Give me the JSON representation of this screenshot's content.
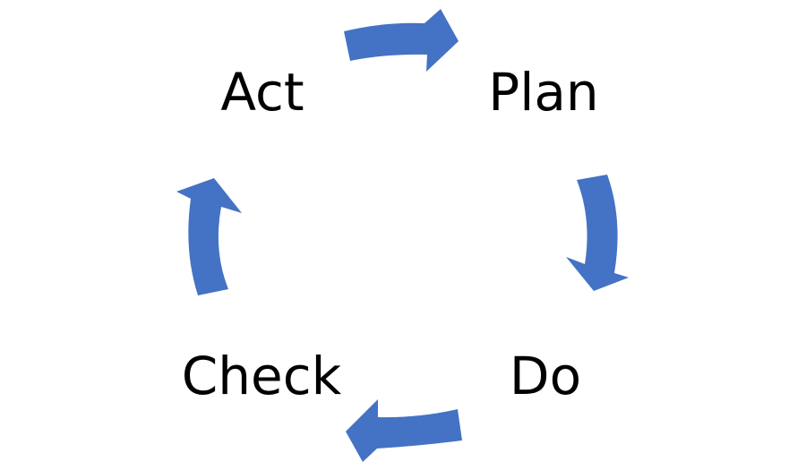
{
  "diagram": {
    "stages": [
      {
        "id": "plan",
        "label": "Plan"
      },
      {
        "id": "do",
        "label": "Do"
      },
      {
        "id": "check",
        "label": "Check"
      },
      {
        "id": "act",
        "label": "Act"
      }
    ],
    "arrow_color": "#4472C4",
    "text_color": "#000000"
  }
}
